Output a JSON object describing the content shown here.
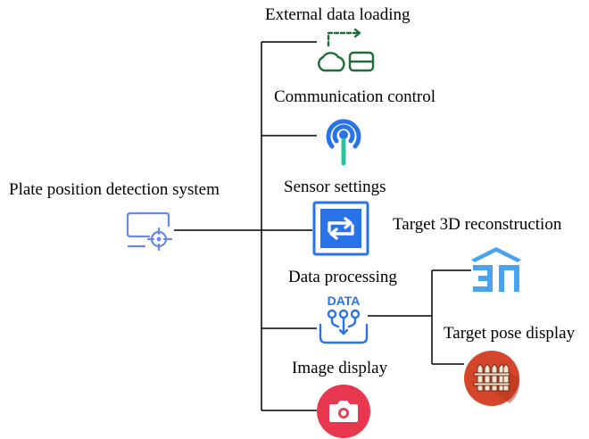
{
  "root": {
    "label": "Plate position detection system",
    "icon": "monitor-target-icon"
  },
  "modules": [
    {
      "label": "External data loading",
      "icon": "cloud-data-transfer-icon"
    },
    {
      "label": "Communication control",
      "icon": "signal-antenna-icon"
    },
    {
      "label": "Sensor settings",
      "icon": "sync-arrows-icon"
    },
    {
      "label": "Data processing",
      "icon": "data-flow-icon",
      "icon_text": "DATA"
    },
    {
      "label": "Image display",
      "icon": "camera-icon"
    }
  ],
  "sub_modules": [
    {
      "label": "Target 3D reconstruction",
      "icon": "3d-model-icon"
    },
    {
      "label": "Target pose display",
      "icon": "fence-icon"
    }
  ],
  "colors": {
    "line": "#000000",
    "green": "#1e6b3c",
    "blue": "#2a72e8",
    "teal": "#2bc2a0",
    "sky": "#4aa3f0",
    "red": "#e8384f",
    "rust": "#d5452b"
  }
}
